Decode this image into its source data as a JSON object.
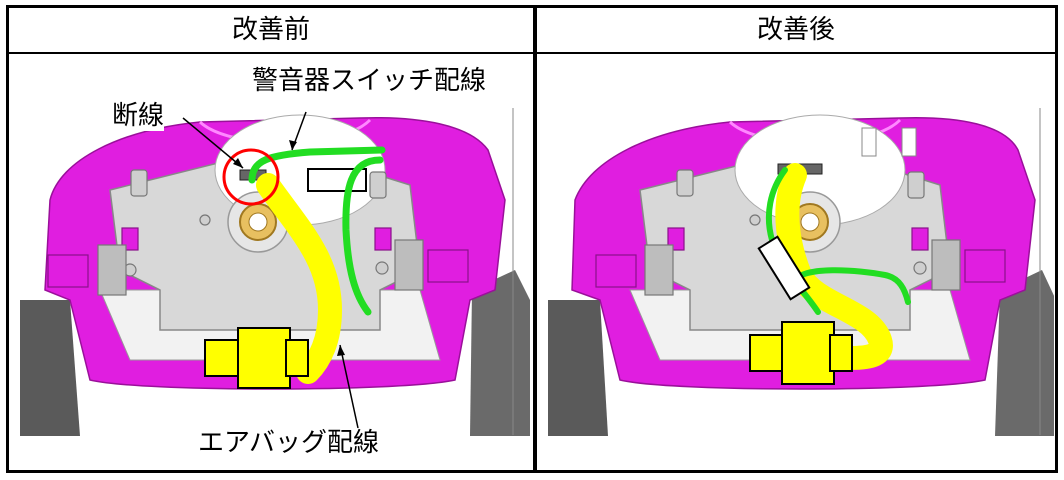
{
  "headers": {
    "before": "改善前",
    "after": "改善後"
  },
  "labels": {
    "disconnect": "断線",
    "horn_switch_wiring": "警音器スイッチ配線",
    "airbag_wiring": "エアバッグ配線"
  },
  "colors": {
    "cover": "#e01ee0",
    "cover_dark": "#b010b0",
    "plate": "#d8d8d8",
    "airbag_wire": "#ffff00",
    "horn_wire": "#22dd22",
    "callout": "#ff0000"
  }
}
